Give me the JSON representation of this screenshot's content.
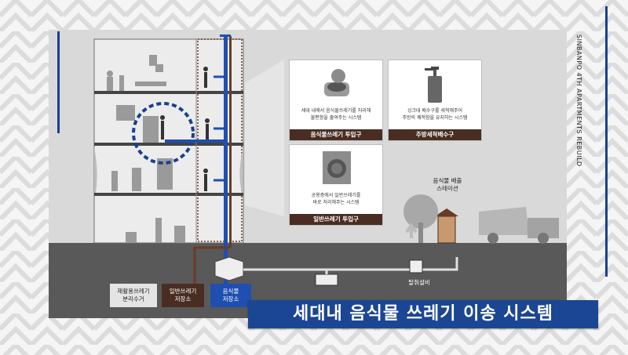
{
  "vertical_text": "SINBANPO 4TH APARTMENTS REBUILD",
  "cards": [
    {
      "desc": "세대 내에서 음식물쓰레기를 처리해\n불편함을 줄여주는 시스템",
      "label": "음식물쓰레기 투입구"
    },
    {
      "desc": "싱크대 배수구를 세척해주어\n주방의 쾌적함을 유지하는 시스템",
      "label": "주방세척배수구"
    },
    {
      "desc": "공용층에서 일반쓰레기를\n바로 처리해주는 시스템",
      "label": "일반쓰레기 투입구"
    }
  ],
  "labels": {
    "discharge_station": "음식물 배출\n스테이션",
    "deodorizer": "탈취설비",
    "recycle": "재활용쓰레기\n분리수거",
    "general_storage": "일반쓰레기\n저장소",
    "food_storage": "음식물\n저장소"
  },
  "title": "세대내 음식물 쓰레기 이송 시스템",
  "colors": {
    "accent_blue": "#1b4693",
    "brown": "#4a2d22",
    "pipe_blue": "#1f4fb0",
    "pipe_brown": "#6a3a28"
  }
}
